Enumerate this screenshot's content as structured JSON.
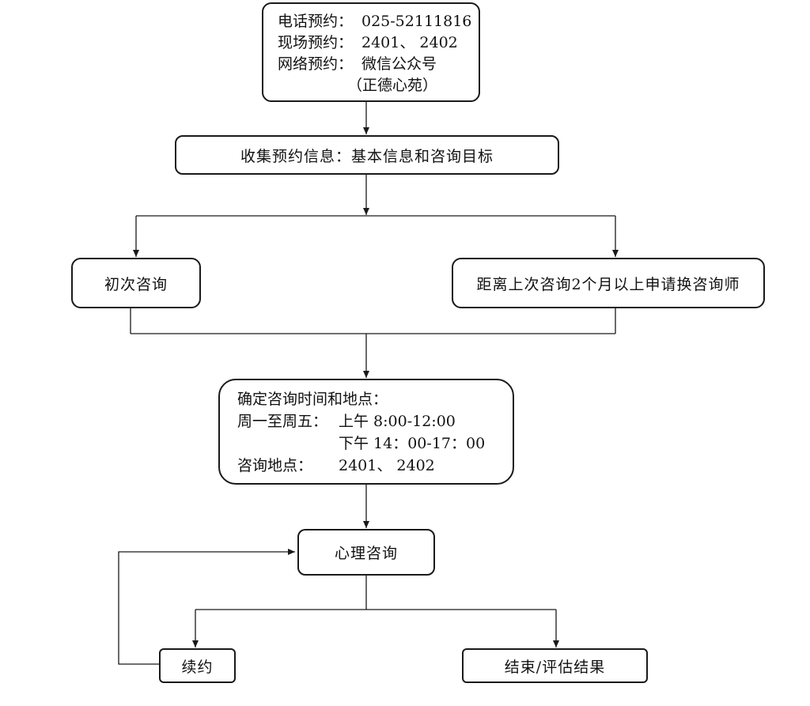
{
  "booking": {
    "phone_label": "电话预约：",
    "phone_value": "025-52111816",
    "onsite_label": "现场预约：",
    "onsite_value": "2401、 2402",
    "online_label": "网络预约：",
    "online_value": "微信公众号",
    "online_note": "（正德心苑）"
  },
  "collect_info": "收集预约信息：基本信息和咨询目标",
  "first_consult": "初次咨询",
  "change_counselor": "距离上次咨询2个月以上申请换咨询师",
  "schedule": {
    "title": "确定咨询时间和地点：",
    "days_label": "周一至周五：",
    "morning": "上午 8:00-12:00",
    "afternoon": "下午 14：00-17：00",
    "place_label": "咨询地点：",
    "place_value": "2401、 2402"
  },
  "counseling": "心理咨询",
  "renew": "续约",
  "end_evaluate": "结束/评估结果"
}
